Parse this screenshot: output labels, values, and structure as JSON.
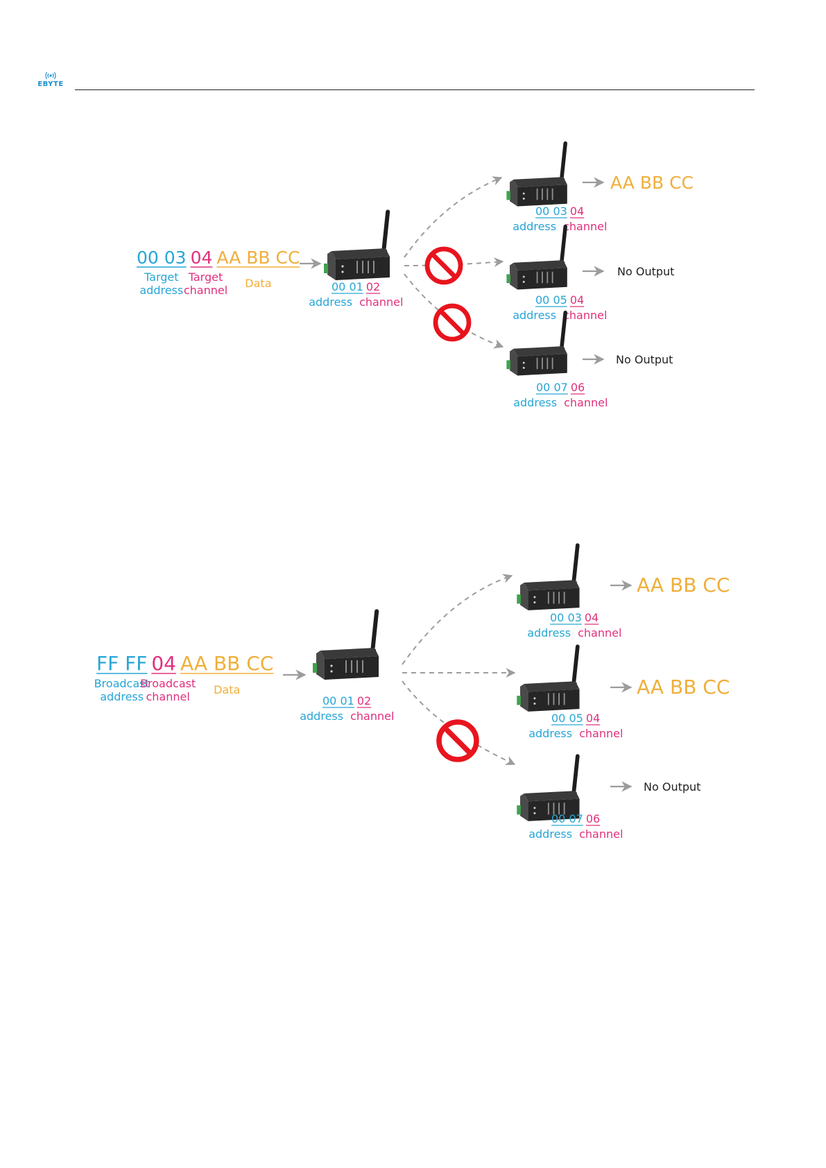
{
  "header": {
    "logo_text": "EBYTE"
  },
  "colors": {
    "address": "#27a6d6",
    "channel": "#e0307d",
    "data": "#f0ae3a",
    "prohibit": "#e8141e",
    "arrow": "#9c9c9c",
    "device": "#262626",
    "text": "#222222"
  },
  "diagrams": [
    {
      "message": {
        "address": "00 03",
        "channel": "04",
        "data": "AA BB CC"
      },
      "labels": {
        "address_line1": "Target",
        "address_line2": "address",
        "channel_line1": "Target",
        "channel_line2": "channel",
        "data": "Data"
      },
      "sender": {
        "address": "00 01",
        "channel": "02",
        "address_label": "address",
        "channel_label": "channel"
      },
      "receivers": [
        {
          "address": "00 03",
          "channel": "04",
          "address_label": "address",
          "channel_label": "channel",
          "output": "AA BB CC",
          "output_is_data": true,
          "blocked": false
        },
        {
          "address": "00 05",
          "channel": "04",
          "address_label": "address",
          "channel_label": "channel",
          "output": "No Output",
          "output_is_data": false,
          "blocked": true
        },
        {
          "address": "00 07",
          "channel": "06",
          "address_label": "address",
          "channel_label": "channel",
          "output": "No Output",
          "output_is_data": false,
          "blocked": true
        }
      ]
    },
    {
      "message": {
        "address": "FF FF",
        "channel": "04",
        "data": "AA BB CC"
      },
      "labels": {
        "address_line1": "Broadcast",
        "address_line2": "address",
        "channel_line1": "Broadcast",
        "channel_line2": "channel",
        "data": "Data"
      },
      "sender": {
        "address": "00 01",
        "channel": "02",
        "address_label": "address",
        "channel_label": "channel"
      },
      "receivers": [
        {
          "address": "00 03",
          "channel": "04",
          "address_label": "address",
          "channel_label": "channel",
          "output": "AA BB CC",
          "output_is_data": true,
          "blocked": false
        },
        {
          "address": "00 05",
          "channel": "04",
          "address_label": "address",
          "channel_label": "channel",
          "output": "AA BB CC",
          "output_is_data": true,
          "blocked": false
        },
        {
          "address": "00 07",
          "channel": "06",
          "address_label": "address",
          "channel_label": "channel",
          "output": "No Output",
          "output_is_data": false,
          "blocked": true
        }
      ]
    }
  ]
}
